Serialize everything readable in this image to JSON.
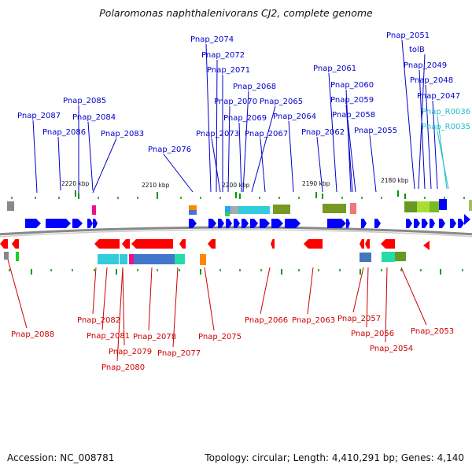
{
  "title": "Polaromonas naphthalenivorans CJ2, complete genome",
  "footer": {
    "accession": "Accession: NC_008781",
    "summary": "Topology: circular; Length: 4,410,291 bp; Genes: 4,140"
  },
  "colors": {
    "forward_gene": "#0000ff",
    "reverse_gene": "#ff0000",
    "rna_gene": "#33ccdd",
    "forward_label": "#0000cc",
    "reverse_label": "#cc0000",
    "rna_label": "#22bbcc",
    "tick_mark": "#009900",
    "backbone": "#888888"
  },
  "scale": {
    "unit": "kbp",
    "ticks": [
      {
        "label": "2220 kbp",
        "kbp": 2220
      },
      {
        "label": "2210 kbp",
        "kbp": 2210
      },
      {
        "label": "2200 kbp",
        "kbp": 2200
      },
      {
        "label": "2190 kbp",
        "kbp": 2190
      },
      {
        "label": "2180 kbp",
        "kbp": 2180
      }
    ]
  },
  "genes_forward": [
    {
      "name": "Pnap_2087",
      "strand": "+"
    },
    {
      "name": "Pnap_2086",
      "strand": "+"
    },
    {
      "name": "Pnap_2085",
      "strand": "+"
    },
    {
      "name": "Pnap_2084",
      "strand": "+"
    },
    {
      "name": "Pnap_2083",
      "strand": "+"
    },
    {
      "name": "Pnap_2076",
      "strand": "+"
    },
    {
      "name": "Pnap_2074",
      "strand": "+"
    },
    {
      "name": "Pnap_2072",
      "strand": "+"
    },
    {
      "name": "Pnap_2071",
      "strand": "+"
    },
    {
      "name": "Pnap_2070",
      "strand": "+"
    },
    {
      "name": "Pnap_2073",
      "strand": "+"
    },
    {
      "name": "Pnap_2068",
      "strand": "+"
    },
    {
      "name": "Pnap_2069",
      "strand": "+"
    },
    {
      "name": "Pnap_2067",
      "strand": "+"
    },
    {
      "name": "Pnap_2065",
      "strand": "+"
    },
    {
      "name": "Pnap_2064",
      "strand": "+"
    },
    {
      "name": "Pnap_2062",
      "strand": "+"
    },
    {
      "name": "Pnap_2061",
      "strand": "+"
    },
    {
      "name": "Pnap_2060",
      "strand": "+"
    },
    {
      "name": "Pnap_2059",
      "strand": "+"
    },
    {
      "name": "Pnap_2058",
      "strand": "+"
    },
    {
      "name": "Pnap_2055",
      "strand": "+"
    },
    {
      "name": "Pnap_2051",
      "strand": "+"
    },
    {
      "name": "tolB",
      "strand": "+"
    },
    {
      "name": "Pnap_2049",
      "strand": "+"
    },
    {
      "name": "Pnap_2048",
      "strand": "+"
    },
    {
      "name": "Pnap_2047",
      "strand": "+"
    },
    {
      "name": "Pnap_R0036",
      "strand": "+",
      "rna": true
    },
    {
      "name": "Pnap_R0035",
      "strand": "+",
      "rna": true
    }
  ],
  "genes_reverse": [
    {
      "name": "Pnap_2088",
      "strand": "-"
    },
    {
      "name": "Pnap_2082",
      "strand": "-"
    },
    {
      "name": "Pnap_2081",
      "strand": "-"
    },
    {
      "name": "Pnap_2079",
      "strand": "-"
    },
    {
      "name": "Pnap_2080",
      "strand": "-"
    },
    {
      "name": "Pnap_2078",
      "strand": "-"
    },
    {
      "name": "Pnap_2077",
      "strand": "-"
    },
    {
      "name": "Pnap_2075",
      "strand": "-"
    },
    {
      "name": "Pnap_2066",
      "strand": "-"
    },
    {
      "name": "Pnap_2063",
      "strand": "-"
    },
    {
      "name": "Pnap_2057",
      "strand": "-"
    },
    {
      "name": "Pnap_2056",
      "strand": "-"
    },
    {
      "name": "Pnap_2054",
      "strand": "-"
    },
    {
      "name": "Pnap_2053",
      "strand": "-"
    }
  ]
}
